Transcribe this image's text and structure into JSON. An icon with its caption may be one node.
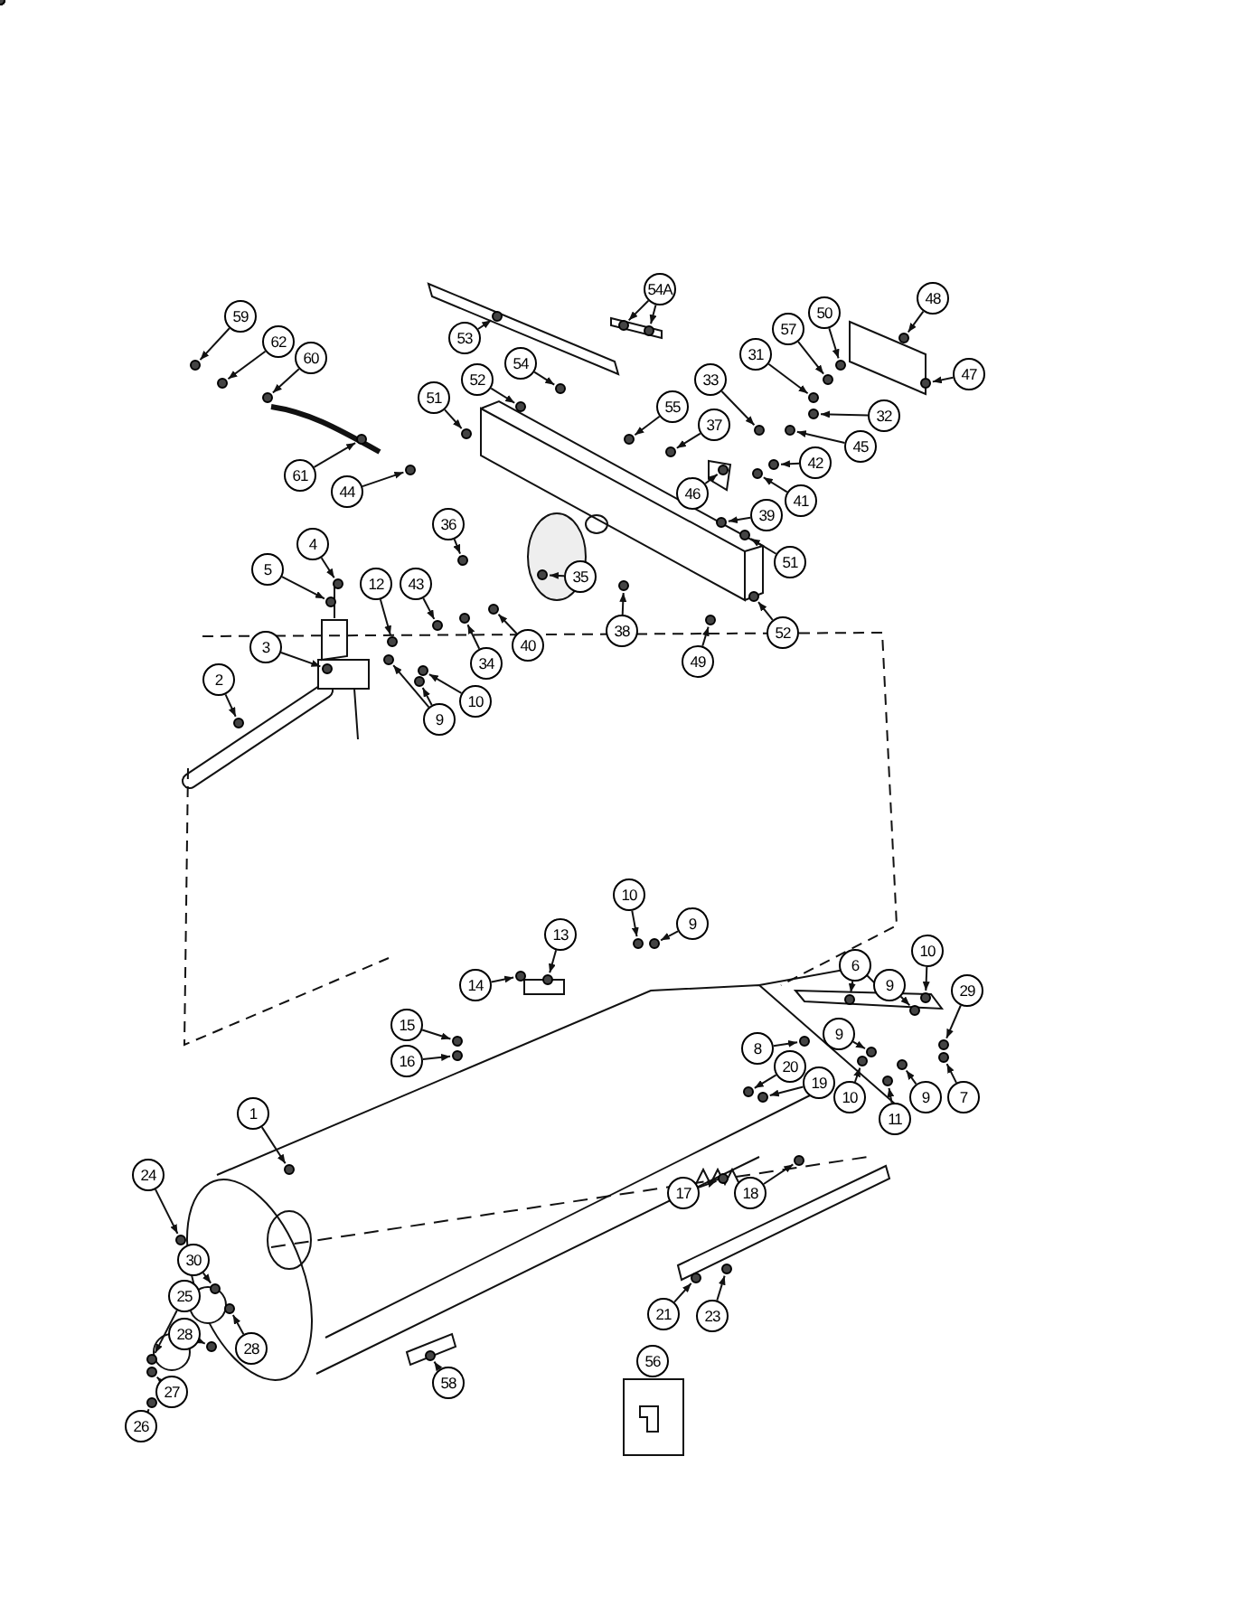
{
  "diagram": {
    "nodes": [
      {
        "text": [
          "54A"
        ]
      },
      {
        "text": [
          "48"
        ]
      },
      {
        "text": [
          "50"
        ]
      },
      {
        "text": [
          "59"
        ]
      },
      {
        "text": [
          "57"
        ]
      },
      {
        "text": [
          "53"
        ]
      },
      {
        "text": [
          "62"
        ]
      },
      {
        "text": [
          "60"
        ]
      },
      {
        "text": [
          "31"
        ]
      },
      {
        "text": [
          "54"
        ]
      },
      {
        "text": [
          "47"
        ]
      },
      {
        "text": [
          "52"
        ]
      },
      {
        "text": [
          "33"
        ]
      },
      {
        "text": [
          "51"
        ]
      },
      {
        "text": [
          "55"
        ]
      },
      {
        "text": [
          "32"
        ]
      },
      {
        "text": [
          "37"
        ]
      },
      {
        "text": [
          "45"
        ]
      },
      {
        "text": [
          "42"
        ]
      },
      {
        "text": [
          "61"
        ]
      },
      {
        "text": [
          "44"
        ]
      },
      {
        "text": [
          "46"
        ]
      },
      {
        "text": [
          "41"
        ]
      },
      {
        "text": [
          "39"
        ]
      },
      {
        "text": [
          "36"
        ]
      },
      {
        "text": [
          "4"
        ]
      },
      {
        "text": [
          "51"
        ]
      },
      {
        "text": [
          "5"
        ]
      },
      {
        "text": [
          "35"
        ]
      },
      {
        "text": [
          "12"
        ]
      },
      {
        "text": [
          "43"
        ]
      },
      {
        "text": [
          "38"
        ]
      },
      {
        "text": [
          "52"
        ]
      },
      {
        "text": [
          "40"
        ]
      },
      {
        "text": [
          "3"
        ]
      },
      {
        "text": [
          "49"
        ]
      },
      {
        "text": [
          "34"
        ]
      },
      {
        "text": [
          "2"
        ]
      },
      {
        "text": [
          "10"
        ]
      },
      {
        "text": [
          "9"
        ]
      },
      {
        "text": [
          "10"
        ]
      },
      {
        "text": [
          "9"
        ]
      },
      {
        "text": [
          "13"
        ]
      },
      {
        "text": [
          "10"
        ]
      },
      {
        "text": [
          "6"
        ]
      },
      {
        "text": [
          "9"
        ]
      },
      {
        "text": [
          "14"
        ]
      },
      {
        "text": [
          "29"
        ]
      },
      {
        "text": [
          "15"
        ]
      },
      {
        "text": [
          "9"
        ]
      },
      {
        "text": [
          "8"
        ]
      },
      {
        "text": [
          "16"
        ]
      },
      {
        "text": [
          "20"
        ]
      },
      {
        "text": [
          "19"
        ]
      },
      {
        "text": [
          "10"
        ]
      },
      {
        "text": [
          "9"
        ]
      },
      {
        "text": [
          "7"
        ]
      },
      {
        "text": [
          "1"
        ]
      },
      {
        "text": [
          "11"
        ]
      },
      {
        "text": [
          "24"
        ]
      },
      {
        "text": [
          "17"
        ]
      },
      {
        "text": [
          "18"
        ]
      },
      {
        "text": [
          "30"
        ]
      },
      {
        "text": [
          "25"
        ]
      },
      {
        "text": [
          "21"
        ]
      },
      {
        "text": [
          "23"
        ]
      },
      {
        "text": [
          "28"
        ]
      },
      {
        "text": [
          "28"
        ]
      },
      {
        "text": [
          "58"
        ]
      },
      {
        "text": [
          "27"
        ]
      },
      {
        "text": [
          "26"
        ]
      },
      {
        "text": [
          "56"
        ]
      },
      {
        "text": [],
        "shape": "circle"
      },
      {
        "text": [],
        "shape": "circle"
      },
      {
        "text": [],
        "shape": "circle"
      },
      {
        "text": [],
        "shape": "circle"
      },
      {
        "text": [],
        "shape": "circle"
      },
      {
        "text": [],
        "shape": "circle"
      },
      {
        "text": [],
        "shape": "circle"
      },
      {
        "text": [],
        "shape": "circle"
      },
      {
        "text": [],
        "shape": "circle"
      },
      {
        "text": [],
        "shape": "circle"
      },
      {
        "text": [],
        "shape": "circle"
      },
      {
        "text": [],
        "shape": "circle"
      },
      {
        "text": [],
        "shape": "circle"
      },
      {
        "text": [],
        "shape": "circle"
      },
      {
        "text": [],
        "shape": "circle"
      },
      {
        "text": [],
        "shape": "circle"
      },
      {
        "text": [],
        "shape": "circle"
      },
      {
        "text": [],
        "shape": "circle"
      },
      {
        "text": [],
        "shape": "circle"
      },
      {
        "text": [],
        "shape": "circle"
      },
      {
        "text": [],
        "shape": "circle"
      },
      {
        "text": [],
        "shape": "circle"
      },
      {
        "text": [],
        "shape": "circle"
      },
      {
        "text": [],
        "shape": "circle"
      },
      {
        "text": [],
        "shape": "circle"
      },
      {
        "text": [],
        "shape": "circle"
      },
      {
        "text": [],
        "shape": "circle"
      },
      {
        "text": [],
        "shape": "circle"
      },
      {
        "text": [],
        "shape": "circle"
      },
      {
        "text": [],
        "shape": "circle"
      },
      {
        "text": [],
        "shape": "circle"
      },
      {
        "text": [],
        "shape": "circle"
      },
      {
        "text": [],
        "shape": "circle"
      },
      {
        "text": [],
        "shape": "circle"
      },
      {
        "text": [],
        "shape": "circle"
      },
      {
        "text": [],
        "shape": "circle"
      },
      {
        "text": [],
        "shape": "circle"
      },
      {
        "text": [],
        "shape": "circle"
      },
      {
        "text": [],
        "shape": "circle"
      },
      {
        "text": [],
        "shape": "circle"
      },
      {
        "text": [],
        "shape": "circle"
      },
      {
        "text": [],
        "shape": "circle"
      },
      {
        "text": [],
        "shape": "circle"
      },
      {
        "text": [],
        "shape": "circle"
      },
      {
        "text": [],
        "shape": "circle"
      },
      {
        "text": [],
        "shape": "circle"
      },
      {
        "text": [],
        "shape": "circle"
      },
      {
        "text": [],
        "shape": "circle"
      },
      {
        "text": [],
        "shape": "circle"
      },
      {
        "text": [],
        "shape": "circle"
      },
      {
        "text": [],
        "shape": "circle"
      },
      {
        "text": [],
        "shape": "circle"
      },
      {
        "text": [],
        "shape": "circle"
      },
      {
        "text": [],
        "shape": "circle"
      },
      {
        "text": [],
        "shape": "circle"
      },
      {
        "text": [],
        "shape": "circle"
      },
      {
        "text": [],
        "shape": "circle"
      },
      {
        "text": [],
        "shape": "circle"
      },
      {
        "text": [],
        "shape": "circle"
      },
      {
        "text": [],
        "shape": "circle"
      },
      {
        "text": [],
        "shape": "circle"
      },
      {
        "text": [],
        "shape": "circle"
      },
      {
        "text": [],
        "shape": "circle"
      },
      {
        "text": [],
        "shape": "circle"
      },
      {
        "text": [],
        "shape": "circle"
      },
      {
        "text": [],
        "shape": "circle"
      },
      {
        "text": [],
        "shape": "circle"
      },
      {
        "text": [],
        "shape": "circle"
      },
      {
        "text": [],
        "shape": "circle"
      },
      {
        "text": [],
        "shape": "circle"
      },
      {
        "text": [],
        "shape": "circle"
      },
      {
        "text": [],
        "shape": "circle"
      },
      {
        "text": [],
        "shape": "circle"
      },
      {
        "text": [],
        "shape": "circle"
      },
      {
        "text": [],
        "shape": "circle"
      },
      {
        "text": [],
        "shape": "circle"
      },
      {
        "text": [],
        "shape": "circle"
      },
      {
        "text": [],
        "shape": "circle"
      },
      {
        "text": [],
        "shape": "circle"
      },
      {
        "text": [],
        "shape": "circle"
      },
      {
        "text": [],
        "shape": "circle"
      },
      {
        "text": [],
        "shape": "circle"
      },
      {
        "text": [],
        "shape": "circle"
      }
    ],
    "edges": [
      {
        "from": 0,
        "to": 72,
        "arrow": "to"
      },
      {
        "from": 0,
        "to": 73,
        "arrow": "to"
      },
      {
        "from": 1,
        "to": 74,
        "arrow": "to"
      },
      {
        "from": 2,
        "to": 75,
        "arrow": "to"
      },
      {
        "from": 3,
        "to": 76,
        "arrow": "to"
      },
      {
        "from": 4,
        "to": 77,
        "arrow": "to"
      },
      {
        "from": 5,
        "to": 78,
        "arrow": "to"
      },
      {
        "from": 6,
        "to": 79,
        "arrow": "to"
      },
      {
        "from": 7,
        "to": 80,
        "arrow": "to"
      },
      {
        "from": 8,
        "to": 81,
        "arrow": "to"
      },
      {
        "from": 9,
        "to": 82,
        "arrow": "to"
      },
      {
        "from": 10,
        "to": 83,
        "arrow": "to"
      },
      {
        "from": 11,
        "to": 84,
        "arrow": "to"
      },
      {
        "from": 12,
        "to": 85,
        "arrow": "to"
      },
      {
        "from": 13,
        "to": 86,
        "arrow": "to"
      },
      {
        "from": 14,
        "to": 87,
        "arrow": "to"
      },
      {
        "from": 15,
        "to": 88,
        "arrow": "to"
      },
      {
        "from": 16,
        "to": 89,
        "arrow": "to"
      },
      {
        "from": 17,
        "to": 90,
        "arrow": "to"
      },
      {
        "from": 18,
        "to": 91,
        "arrow": "to"
      },
      {
        "from": 19,
        "to": 92,
        "arrow": "to"
      },
      {
        "from": 20,
        "to": 93,
        "arrow": "to"
      },
      {
        "from": 21,
        "to": 94,
        "arrow": "to"
      },
      {
        "from": 22,
        "to": 95,
        "arrow": "to"
      },
      {
        "from": 23,
        "to": 96,
        "arrow": "to"
      },
      {
        "from": 24,
        "to": 97,
        "arrow": "to"
      },
      {
        "from": 25,
        "to": 98,
        "arrow": "to"
      },
      {
        "from": 26,
        "to": 99,
        "arrow": "to"
      },
      {
        "from": 27,
        "to": 100,
        "arrow": "to"
      },
      {
        "from": 28,
        "to": 101,
        "arrow": "to"
      },
      {
        "from": 29,
        "to": 102,
        "arrow": "to"
      },
      {
        "from": 30,
        "to": 103,
        "arrow": "to"
      },
      {
        "from": 31,
        "to": 104,
        "arrow": "to"
      },
      {
        "from": 32,
        "to": 105,
        "arrow": "to"
      },
      {
        "from": 33,
        "to": 106,
        "arrow": "to"
      },
      {
        "from": 34,
        "to": 107,
        "arrow": "to"
      },
      {
        "from": 35,
        "to": 108,
        "arrow": "to"
      },
      {
        "from": 36,
        "to": 109,
        "arrow": "to"
      },
      {
        "from": 37,
        "to": 110,
        "arrow": "to"
      },
      {
        "from": 38,
        "to": 111,
        "arrow": "to"
      },
      {
        "from": 39,
        "to": 112,
        "arrow": "to"
      },
      {
        "from": 39,
        "to": 113,
        "arrow": "to"
      },
      {
        "from": 40,
        "to": 114,
        "arrow": "to"
      },
      {
        "from": 41,
        "to": 115,
        "arrow": "to"
      },
      {
        "from": 42,
        "to": 116,
        "arrow": "to"
      },
      {
        "from": 43,
        "to": 117,
        "arrow": "to"
      },
      {
        "from": 44,
        "to": 118,
        "arrow": "to"
      },
      {
        "from": 45,
        "to": 119,
        "arrow": "to"
      },
      {
        "from": 46,
        "to": 120,
        "arrow": "to"
      },
      {
        "from": 47,
        "to": 121,
        "arrow": "to"
      },
      {
        "from": 48,
        "to": 122,
        "arrow": "to"
      },
      {
        "from": 49,
        "to": 123,
        "arrow": "to"
      },
      {
        "from": 50,
        "to": 124,
        "arrow": "to"
      },
      {
        "from": 51,
        "to": 125,
        "arrow": "to"
      },
      {
        "from": 52,
        "to": 126,
        "arrow": "to"
      },
      {
        "from": 53,
        "to": 127,
        "arrow": "to"
      },
      {
        "from": 54,
        "to": 128,
        "arrow": "to"
      },
      {
        "from": 55,
        "to": 129,
        "arrow": "to"
      },
      {
        "from": 56,
        "to": 130,
        "arrow": "to"
      },
      {
        "from": 57,
        "to": 131,
        "arrow": "to"
      },
      {
        "from": 58,
        "to": 132,
        "arrow": "to"
      },
      {
        "from": 59,
        "to": 133,
        "arrow": "to"
      },
      {
        "from": 60,
        "to": 134,
        "arrow": "to"
      },
      {
        "from": 61,
        "to": 135,
        "arrow": "to"
      },
      {
        "from": 62,
        "to": 136,
        "arrow": "to"
      },
      {
        "from": 63,
        "to": 137,
        "arrow": "to"
      },
      {
        "from": 64,
        "to": 138,
        "arrow": "to"
      },
      {
        "from": 65,
        "to": 139,
        "arrow": "to"
      },
      {
        "from": 66,
        "to": 140,
        "arrow": "to"
      },
      {
        "from": 67,
        "to": 141,
        "arrow": "to"
      },
      {
        "from": 68,
        "to": 142,
        "arrow": "to"
      },
      {
        "from": 69,
        "to": 143,
        "arrow": "to"
      },
      {
        "from": 70,
        "to": 144,
        "arrow": "to"
      }
    ]
  }
}
